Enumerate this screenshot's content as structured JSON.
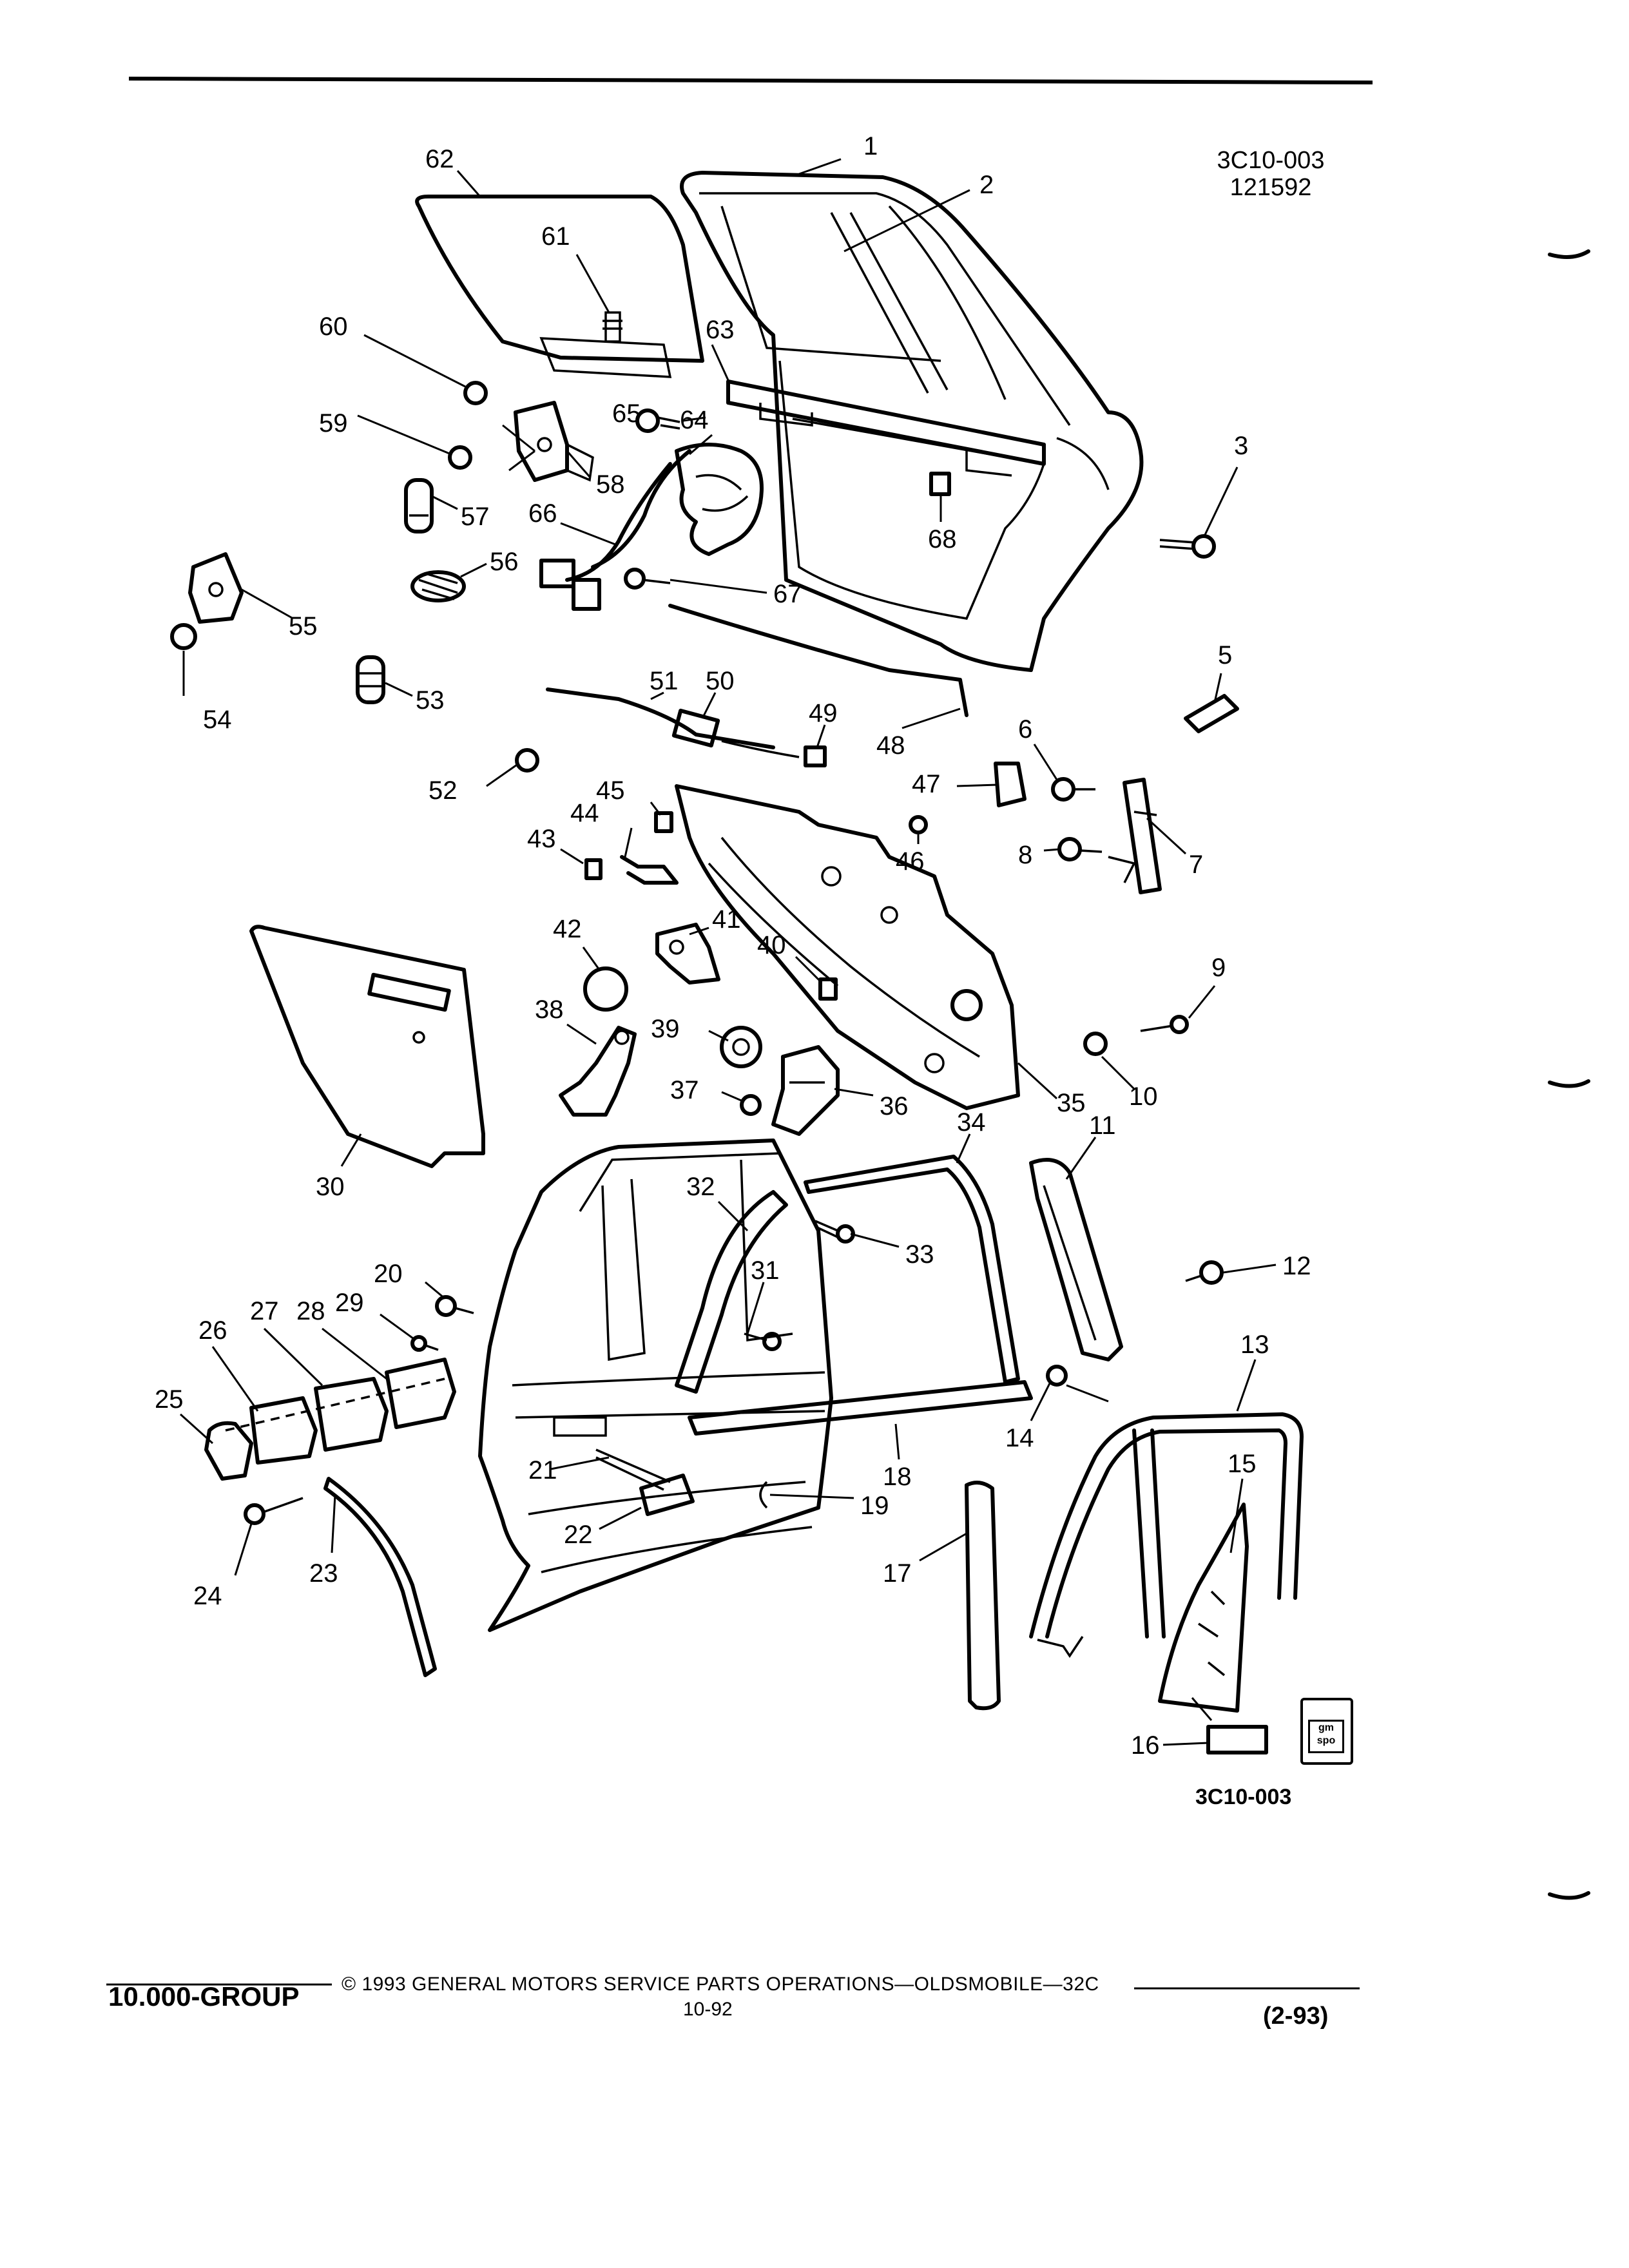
{
  "header": {
    "ref_code_line1": "3C10-003",
    "ref_code_line2": "121592"
  },
  "figure": {
    "code": "3C10-003",
    "callouts": [
      "1",
      "2",
      "3",
      "5",
      "6",
      "7",
      "8",
      "9",
      "10",
      "11",
      "12",
      "13",
      "14",
      "15",
      "16",
      "17",
      "18",
      "19",
      "20",
      "21",
      "22",
      "23",
      "24",
      "25",
      "26",
      "27",
      "28",
      "29",
      "30",
      "31",
      "32",
      "33",
      "34",
      "35",
      "36",
      "37",
      "38",
      "39",
      "40",
      "41",
      "42",
      "43",
      "44",
      "45",
      "46",
      "47",
      "48",
      "49",
      "50",
      "51",
      "52",
      "53",
      "54",
      "55",
      "56",
      "57",
      "58",
      "59",
      "60",
      "61",
      "62",
      "63",
      "64",
      "65",
      "66",
      "67",
      "68"
    ],
    "badge_text": "gm spo"
  },
  "footer": {
    "group": "10.000-GROUP",
    "copyright": "© 1993 GENERAL MOTORS SERVICE PARTS OPERATIONS—OLDSMOBILE—32C",
    "page": "10-92",
    "revision": "(2-93)"
  },
  "colors": {
    "ink": "#000000",
    "paper": "#ffffff"
  }
}
